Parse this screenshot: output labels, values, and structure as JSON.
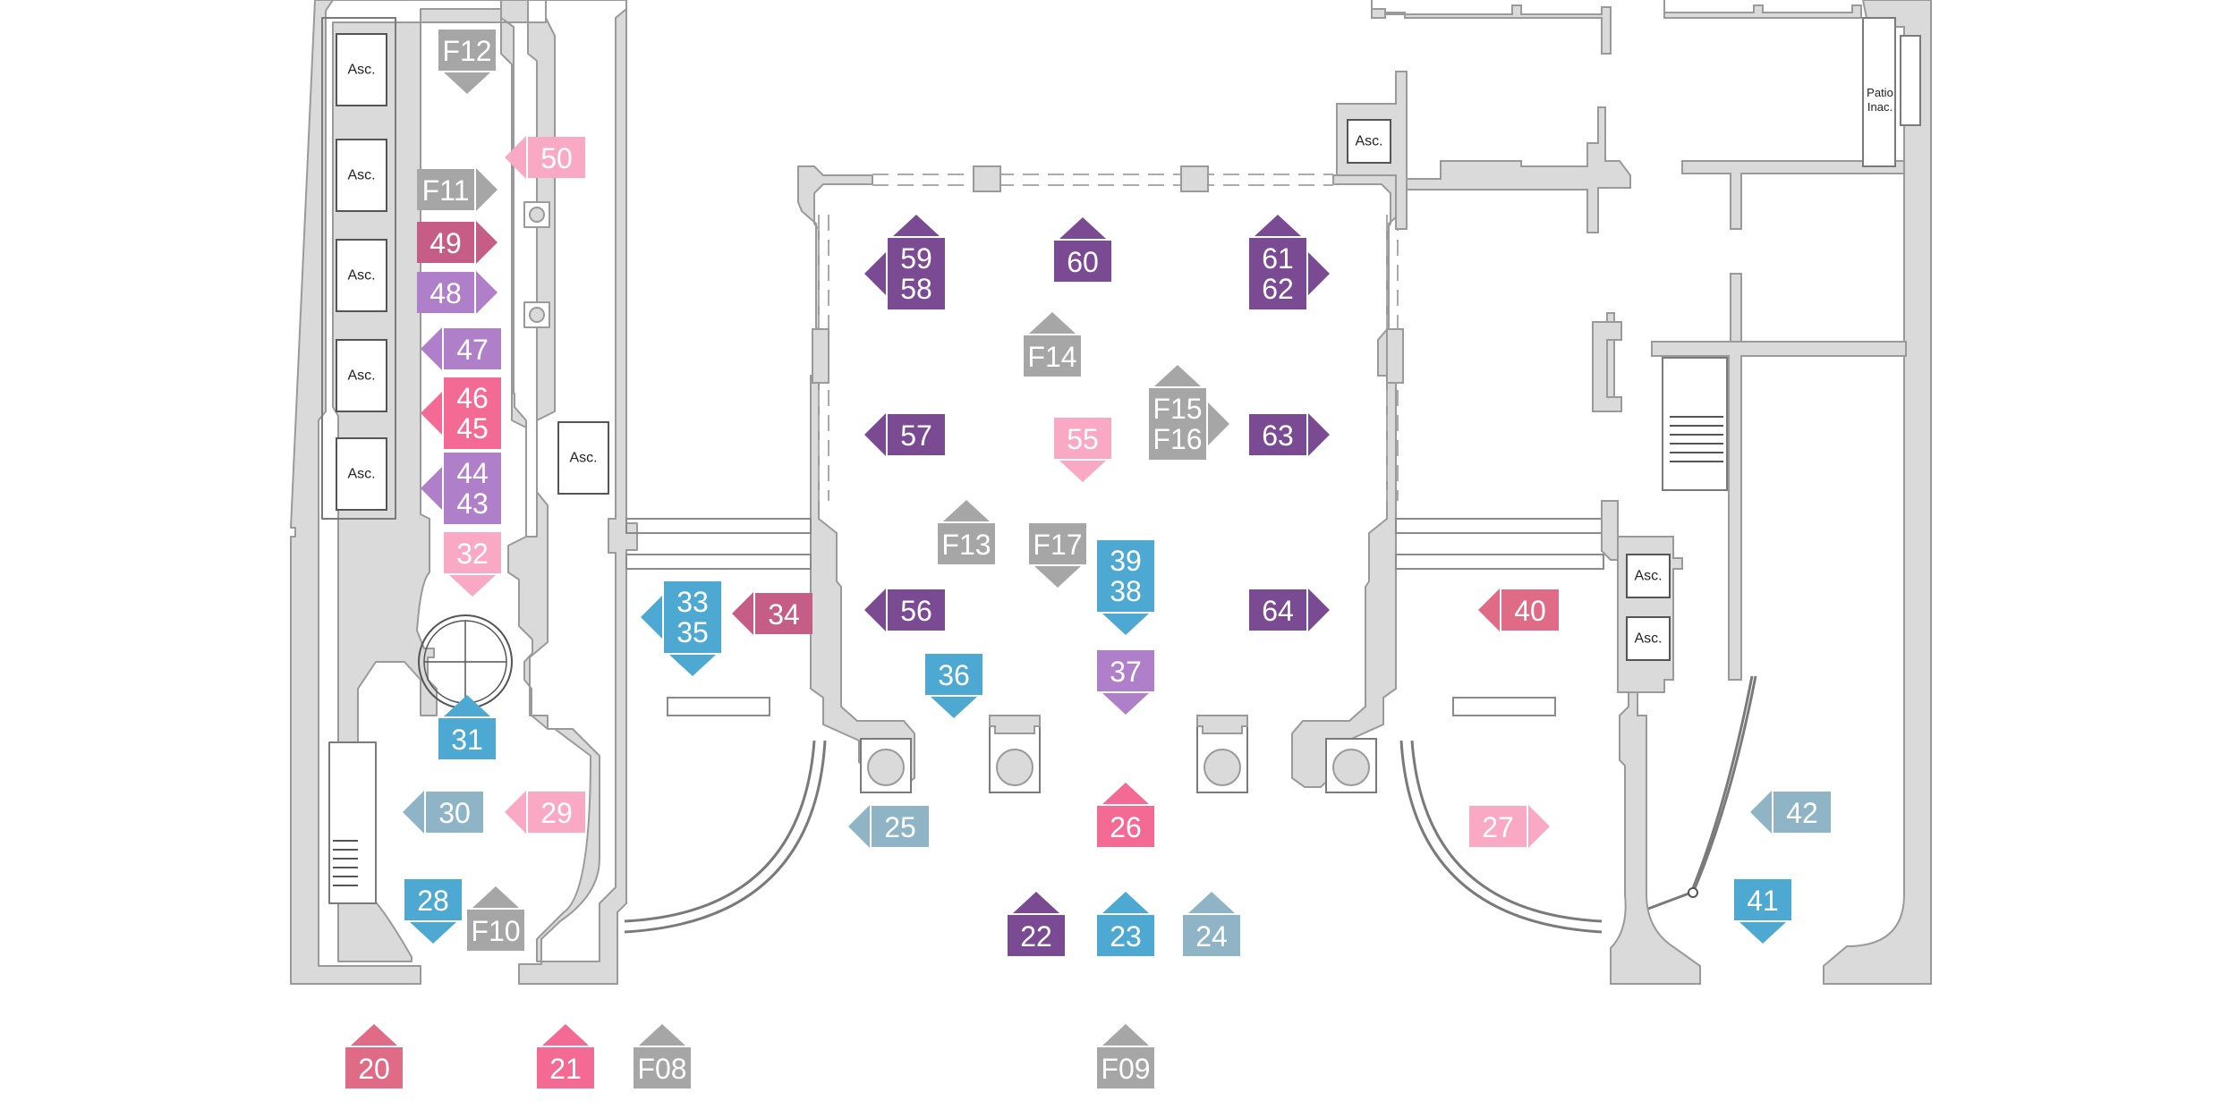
{
  "map": {
    "colors": {
      "wall": "#dadada",
      "wall_stroke": "#9a9a9a",
      "background": "#ffffff",
      "gray": "#a6a6a6",
      "dark_purple": "#7a4a93",
      "light_purple": "#b07fc9",
      "blue": "#4ea9d2",
      "steel_blue": "#8fb4c5",
      "pink": "#f36b94",
      "light_pink": "#f9a9c3",
      "rose": "#e06b86",
      "mauve": "#c55d86"
    },
    "elevator_label": "Asc.",
    "patio_label": [
      "Patio",
      "Inac."
    ],
    "markers": [
      {
        "id": "F12",
        "lines": [
          "F12"
        ],
        "color": "gray",
        "arrow": "down"
      },
      {
        "id": "50",
        "lines": [
          "50"
        ],
        "color": "light_pink",
        "arrow": "left"
      },
      {
        "id": "F11",
        "lines": [
          "F11"
        ],
        "color": "gray",
        "arrow": "right"
      },
      {
        "id": "49",
        "lines": [
          "49"
        ],
        "color": "mauve",
        "arrow": "right"
      },
      {
        "id": "48",
        "lines": [
          "48"
        ],
        "color": "light_purple",
        "arrow": "right"
      },
      {
        "id": "47",
        "lines": [
          "47"
        ],
        "color": "light_purple",
        "arrow": "left"
      },
      {
        "id": "46-45",
        "lines": [
          "46",
          "45"
        ],
        "color": "pink",
        "arrow": "left"
      },
      {
        "id": "44-43",
        "lines": [
          "44",
          "43"
        ],
        "color": "light_purple",
        "arrow": "left"
      },
      {
        "id": "32",
        "lines": [
          "32"
        ],
        "color": "light_pink",
        "arrow": "down"
      },
      {
        "id": "33-35",
        "lines": [
          "33",
          "35"
        ],
        "color": "blue",
        "arrow": "left-down"
      },
      {
        "id": "34",
        "lines": [
          "34"
        ],
        "color": "mauve",
        "arrow": "left"
      },
      {
        "id": "31",
        "lines": [
          "31"
        ],
        "color": "blue",
        "arrow": "up"
      },
      {
        "id": "30",
        "lines": [
          "30"
        ],
        "color": "steel_blue",
        "arrow": "left"
      },
      {
        "id": "29",
        "lines": [
          "29"
        ],
        "color": "light_pink",
        "arrow": "left"
      },
      {
        "id": "28",
        "lines": [
          "28"
        ],
        "color": "blue",
        "arrow": "down"
      },
      {
        "id": "F10",
        "lines": [
          "F10"
        ],
        "color": "gray",
        "arrow": "up"
      },
      {
        "id": "20",
        "lines": [
          "20"
        ],
        "color": "rose",
        "arrow": "up"
      },
      {
        "id": "21",
        "lines": [
          "21"
        ],
        "color": "pink",
        "arrow": "up"
      },
      {
        "id": "F08",
        "lines": [
          "F08"
        ],
        "color": "gray",
        "arrow": "up"
      },
      {
        "id": "59-58",
        "lines": [
          "59",
          "58"
        ],
        "color": "dark_purple",
        "arrow": "left-up"
      },
      {
        "id": "60",
        "lines": [
          "60"
        ],
        "color": "dark_purple",
        "arrow": "up"
      },
      {
        "id": "61-62",
        "lines": [
          "61",
          "62"
        ],
        "color": "dark_purple",
        "arrow": "up-right"
      },
      {
        "id": "F14",
        "lines": [
          "F14"
        ],
        "color": "gray",
        "arrow": "up"
      },
      {
        "id": "F15-F16",
        "lines": [
          "F15",
          "F16"
        ],
        "color": "gray",
        "arrow": "up-right"
      },
      {
        "id": "57",
        "lines": [
          "57"
        ],
        "color": "dark_purple",
        "arrow": "left"
      },
      {
        "id": "55",
        "lines": [
          "55"
        ],
        "color": "light_pink",
        "arrow": "down"
      },
      {
        "id": "63",
        "lines": [
          "63"
        ],
        "color": "dark_purple",
        "arrow": "right"
      },
      {
        "id": "F13",
        "lines": [
          "F13"
        ],
        "color": "gray",
        "arrow": "up"
      },
      {
        "id": "F17",
        "lines": [
          "F17"
        ],
        "color": "gray",
        "arrow": "down"
      },
      {
        "id": "39-38",
        "lines": [
          "39",
          "38"
        ],
        "color": "blue",
        "arrow": "down"
      },
      {
        "id": "56",
        "lines": [
          "56"
        ],
        "color": "dark_purple",
        "arrow": "left"
      },
      {
        "id": "64",
        "lines": [
          "64"
        ],
        "color": "dark_purple",
        "arrow": "right"
      },
      {
        "id": "40",
        "lines": [
          "40"
        ],
        "color": "rose",
        "arrow": "left"
      },
      {
        "id": "36",
        "lines": [
          "36"
        ],
        "color": "blue",
        "arrow": "down"
      },
      {
        "id": "37",
        "lines": [
          "37"
        ],
        "color": "light_purple",
        "arrow": "down"
      },
      {
        "id": "25",
        "lines": [
          "25"
        ],
        "color": "steel_blue",
        "arrow": "left"
      },
      {
        "id": "26",
        "lines": [
          "26"
        ],
        "color": "pink",
        "arrow": "up"
      },
      {
        "id": "27",
        "lines": [
          "27"
        ],
        "color": "light_pink",
        "arrow": "right"
      },
      {
        "id": "42",
        "lines": [
          "42"
        ],
        "color": "steel_blue",
        "arrow": "left"
      },
      {
        "id": "41",
        "lines": [
          "41"
        ],
        "color": "blue",
        "arrow": "down"
      },
      {
        "id": "22",
        "lines": [
          "22"
        ],
        "color": "dark_purple",
        "arrow": "up"
      },
      {
        "id": "23",
        "lines": [
          "23"
        ],
        "color": "blue",
        "arrow": "up"
      },
      {
        "id": "24",
        "lines": [
          "24"
        ],
        "color": "steel_blue",
        "arrow": "up"
      },
      {
        "id": "F09",
        "lines": [
          "F09"
        ],
        "color": "gray",
        "arrow": "up"
      }
    ]
  }
}
